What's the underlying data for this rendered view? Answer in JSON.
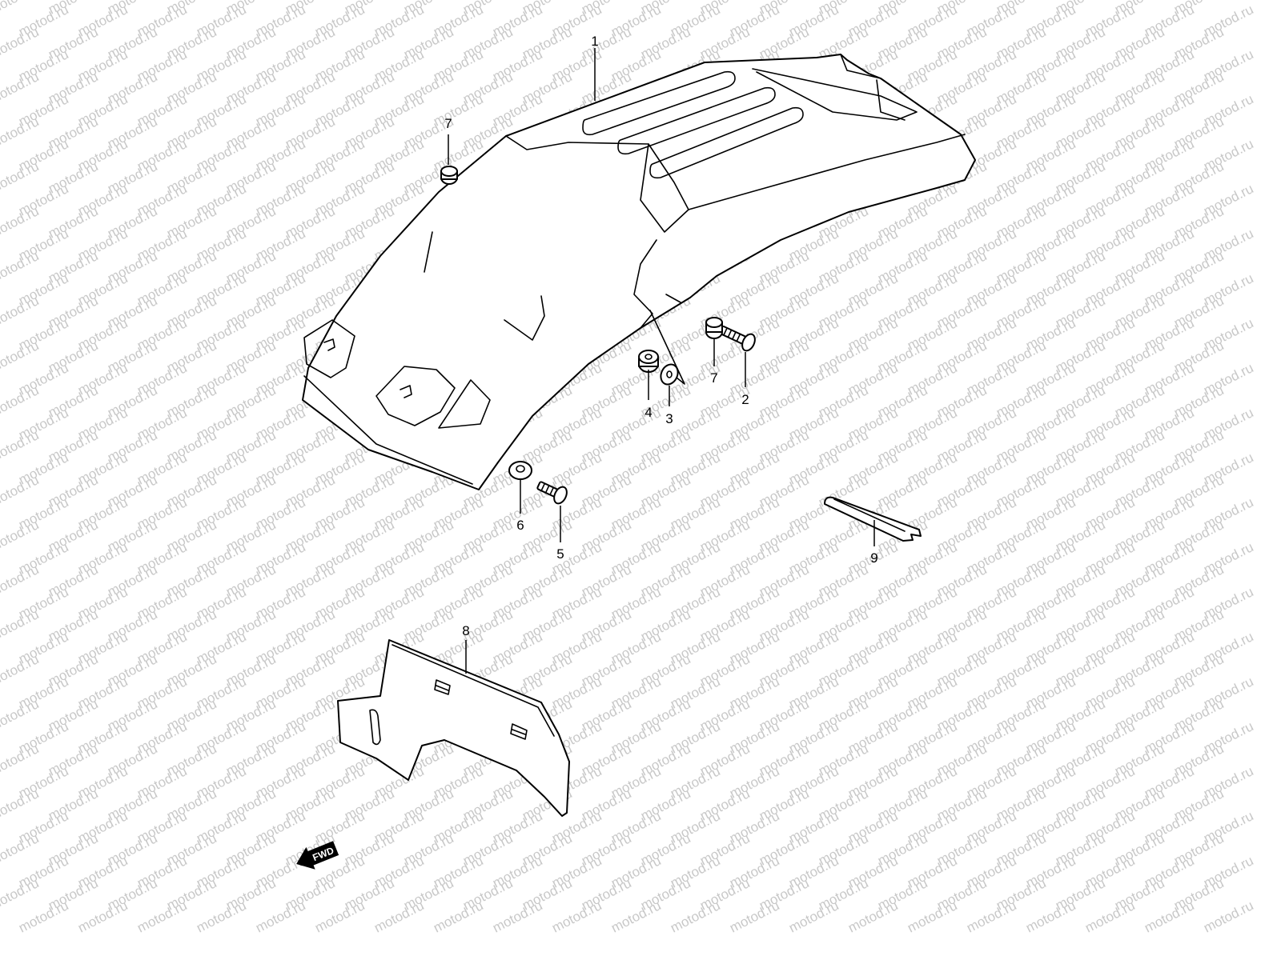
{
  "watermark": {
    "text": "motod.ru",
    "color": "#c8c8c8"
  },
  "callouts": [
    "1",
    "2",
    "3",
    "4",
    "5",
    "6",
    "7",
    "7",
    "8",
    "9"
  ],
  "fwd_label": "FWD",
  "colors": {
    "line": "#000000",
    "background": "#ffffff"
  }
}
